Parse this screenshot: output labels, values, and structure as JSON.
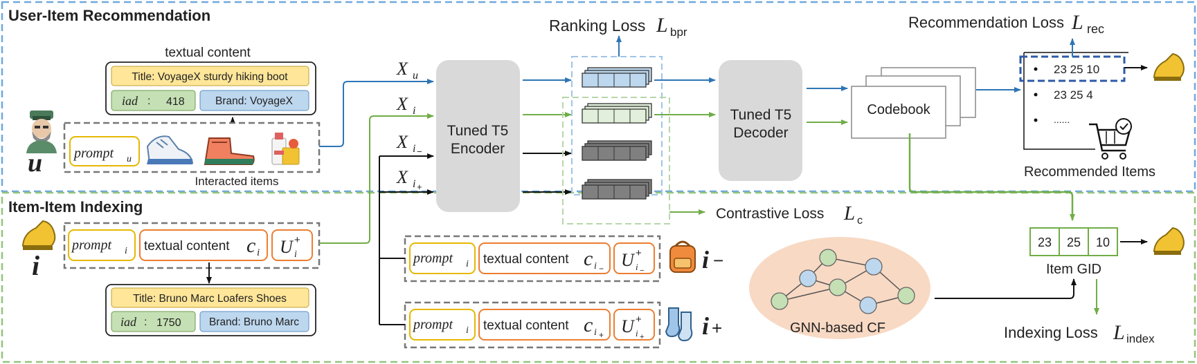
{
  "sections": {
    "top_title": "User-Item Recommendation",
    "bottom_title": "Item-Item Indexing"
  },
  "user": {
    "symbol": "u",
    "textual_content_label": "textual content",
    "title_field": "Title: VoyageX sturdy hiking boot",
    "iad_label": "iad",
    "iad_sep": ":",
    "iad_value": "418",
    "brand_field": "Brand: VoyageX",
    "prompt_main": "prompt",
    "prompt_sub": "u",
    "interacted_label": "Interacted items"
  },
  "item": {
    "symbol": "i",
    "prompt_main": "prompt",
    "prompt_sub": "i",
    "textual_content": "textual content",
    "content_symbol": "c",
    "content_sub": "i",
    "uset_symbol": "U",
    "uset_sub": "i",
    "uset_sup": "+",
    "title_field": "Title: Bruno Marc Loafers Shoes",
    "iad_label": "iad",
    "iad_sep": ":",
    "iad_value": "1750",
    "brand_field": "Brand: Bruno Marc"
  },
  "neg": {
    "prompt_main": "prompt",
    "prompt_sub": "i",
    "textual_content": "textual content",
    "content_symbol": "c",
    "content_sub": "i",
    "content_subsub": "−",
    "uset_symbol": "U",
    "uset_sub": "i",
    "uset_subsub": "−",
    "uset_sup": "+",
    "symbol": "i",
    "symbol_sub": "−"
  },
  "pos": {
    "prompt_main": "prompt",
    "prompt_sub": "i",
    "textual_content": "textual content",
    "content_symbol": "c",
    "content_sub": "i",
    "content_subsub": "+",
    "uset_symbol": "U",
    "uset_sub": "i",
    "uset_subsub": "+",
    "uset_sup": "+",
    "symbol": "i",
    "symbol_sub": "+"
  },
  "inputs": {
    "xu": "X",
    "xu_sub": "u",
    "xi": "X",
    "xi_sub": "i",
    "xin": "X",
    "xin_sub": "i",
    "xin_subsub": "−",
    "xip": "X",
    "xip_sub": "i",
    "xip_subsub": "+"
  },
  "encoder": {
    "line1": "Tuned T5",
    "line2": "Encoder"
  },
  "decoder": {
    "line1": "Tuned T5",
    "line2": "Decoder"
  },
  "codebook": {
    "label": "Codebook"
  },
  "losses": {
    "ranking": "Ranking Loss",
    "ranking_sym": "L",
    "ranking_sub": "bpr",
    "rec": "Recommendation Loss",
    "rec_sym": "L",
    "rec_sub": "rec",
    "contrastive": "Contrastive Loss",
    "contrastive_sym": "L",
    "contrastive_sub": "c",
    "indexing": "Indexing Loss",
    "indexing_sym": "L",
    "indexing_sub": "index"
  },
  "recommended": {
    "row1": "23 25 10",
    "row2": "23 25 4",
    "row3": "......",
    "label": "Recommended Items"
  },
  "gid": {
    "cells": [
      "23",
      "25",
      "10"
    ],
    "label": "Item GID"
  },
  "gnn": {
    "label": "GNN-based CF"
  },
  "colors": {
    "blue": "#2e75b6",
    "green": "#70ad47",
    "dash_blue": "#6fa8dc",
    "dash_green": "#93c47d",
    "yellow_fill": "#ffe699",
    "green_fill": "#c5e0b4",
    "blue_fill": "#bdd7ee",
    "orange": "#ed7d31",
    "gnn_fill": "#f8d9c4"
  }
}
